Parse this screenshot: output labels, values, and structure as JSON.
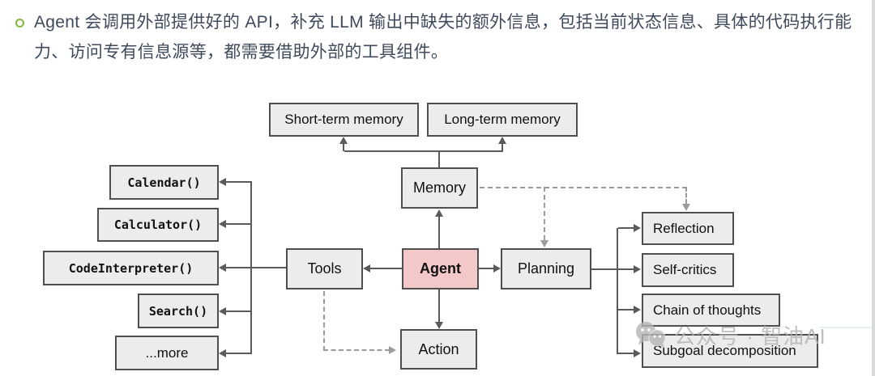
{
  "header": {
    "bullet_icon": "hollow-circle-bullet",
    "text": "Agent 会调用外部提供好的 API，补充 LLM 输出中缺失的额外信息，包括当前状态信息、具体的代码执行能力、访问专有信息源等，都需要借助外部的工具组件。"
  },
  "diagram": {
    "nodes": {
      "short_term": "Short-term memory",
      "long_term": "Long-term memory",
      "memory": "Memory",
      "tools": "Tools",
      "agent": "Agent",
      "planning": "Planning",
      "action": "Action",
      "calendar": "Calendar()",
      "calculator": "Calculator()",
      "code_interpreter": "CodeInterpreter()",
      "search": "Search()",
      "more": "...more",
      "reflection": "Reflection",
      "self_critics": "Self-critics",
      "chain_of_thoughts": "Chain of thoughts",
      "subgoal": "Subgoal decomposition"
    },
    "edges": {
      "solid": [
        {
          "from": "memory",
          "to": "short_term"
        },
        {
          "from": "memory",
          "to": "long_term"
        },
        {
          "from": "agent",
          "to": "memory"
        },
        {
          "from": "agent",
          "to": "tools"
        },
        {
          "from": "agent",
          "to": "planning"
        },
        {
          "from": "agent",
          "to": "action"
        },
        {
          "from": "tools",
          "to": "calendar"
        },
        {
          "from": "tools",
          "to": "calculator"
        },
        {
          "from": "tools",
          "to": "code_interpreter"
        },
        {
          "from": "tools",
          "to": "search"
        },
        {
          "from": "tools",
          "to": "more"
        },
        {
          "from": "planning",
          "to": "reflection"
        },
        {
          "from": "planning",
          "to": "self_critics"
        },
        {
          "from": "planning",
          "to": "chain_of_thoughts"
        },
        {
          "from": "planning",
          "to": "subgoal"
        }
      ],
      "dashed": [
        {
          "from": "memory",
          "to": "planning"
        },
        {
          "from": "memory",
          "to": "reflection"
        },
        {
          "from": "tools",
          "to": "action"
        }
      ]
    },
    "colors": {
      "agent_fill": "#f4c7c9",
      "node_fill": "#ececec",
      "node_border": "#4f4f4f",
      "solid_line": "#5a5a5a",
      "dashed_line": "#9b9b9b",
      "header_text": "#3f4a5c",
      "bullet_green": "#85b540",
      "watermark_gray": "#b5b5b5"
    }
  },
  "watermark": {
    "icon": "wechat-chat-bubbles-icon",
    "text": "公众号 · 智油AI"
  }
}
